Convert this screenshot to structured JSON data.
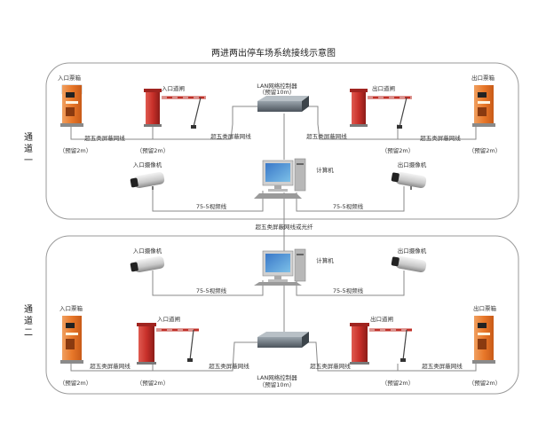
{
  "title": "两进两出停车场系统接线示意图",
  "channels": [
    {
      "label_chars": [
        "通",
        "道",
        "一"
      ],
      "entry_kiosk_label": "入口票箱",
      "exit_kiosk_label": "出口票箱",
      "entry_barrier_label": "入口道闸",
      "exit_barrier_label": "出口道闸",
      "lan_controller_label": "LAN网络控制器",
      "lan_reserve_label": "（预留10m）",
      "entry_camera_label": "入口摄像机",
      "exit_camera_label": "出口摄像机",
      "computer_label": "计算机",
      "cable_label": "超五类屏蔽网线",
      "reserve_2m": "（预留2m）",
      "video_cable_label": "75-5视频线"
    },
    {
      "label_chars": [
        "通",
        "道",
        "二"
      ],
      "entry_kiosk_label": "入口票箱",
      "exit_kiosk_label": "出口票箱",
      "entry_barrier_label": "入口道闸",
      "exit_barrier_label": "出口道闸",
      "lan_controller_label": "LAN网络控制器",
      "lan_reserve_label": "（预留10m）",
      "entry_camera_label": "入口摄像机",
      "exit_camera_label": "出口摄像机",
      "computer_label": "计算机",
      "cable_label": "超五类屏蔽网线",
      "reserve_2m": "（预留2m）",
      "video_cable_label": "75-5视频线"
    }
  ],
  "link_label": "超五类屏蔽网线或光纤",
  "colors": {
    "kiosk_orange": "#e8782a",
    "barrier_red": "#c8302a",
    "arm_red": "#c03028",
    "device_grey": "#9a9a9a"
  }
}
